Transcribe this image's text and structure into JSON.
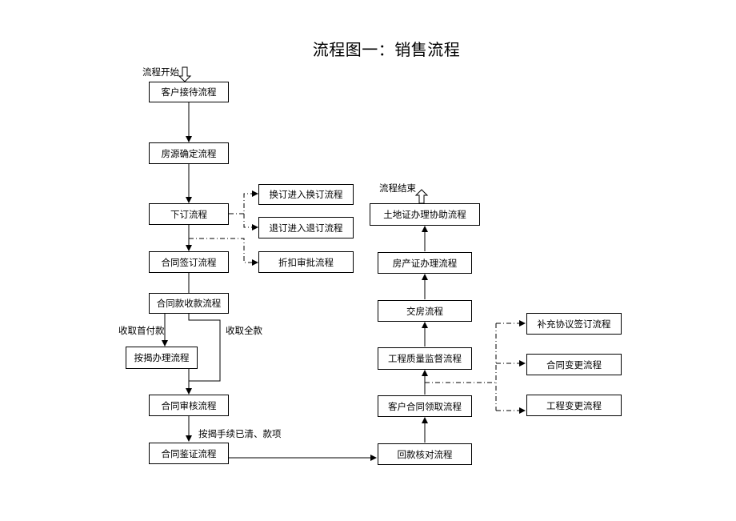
{
  "title": "流程图一：销售流程",
  "labels": {
    "start": "流程开始",
    "end": "流程结束",
    "first_payment": "收取首付款",
    "full_payment": "收取全款",
    "mortgage_note": "按揭手续已清、款项"
  },
  "boxes": {
    "customer_reception": "客户接待流程",
    "housing_confirm": "房源确定流程",
    "order": "下订流程",
    "change_order": "换订进入换订流程",
    "cancel_order": "退订进入退订流程",
    "discount_approval": "折扣审批流程",
    "contract_sign": "合同签订流程",
    "contract_payment": "合同款收款流程",
    "mortgage": "按揭办理流程",
    "contract_review": "合同审核流程",
    "contract_verify": "合同鉴证流程",
    "payment_check": "回款核对流程",
    "customer_contract_pickup": "客户合同领取流程",
    "quality_supervision": "工程质量监督流程",
    "handover": "交房流程",
    "property_cert": "房产证办理流程",
    "land_cert": "土地证办理协助流程",
    "supplementary_agreement": "补充协议签订流程",
    "contract_change": "合同变更流程",
    "engineering_change": "工程变更流程"
  },
  "colors": {
    "line": "#000000",
    "background": "#ffffff"
  }
}
